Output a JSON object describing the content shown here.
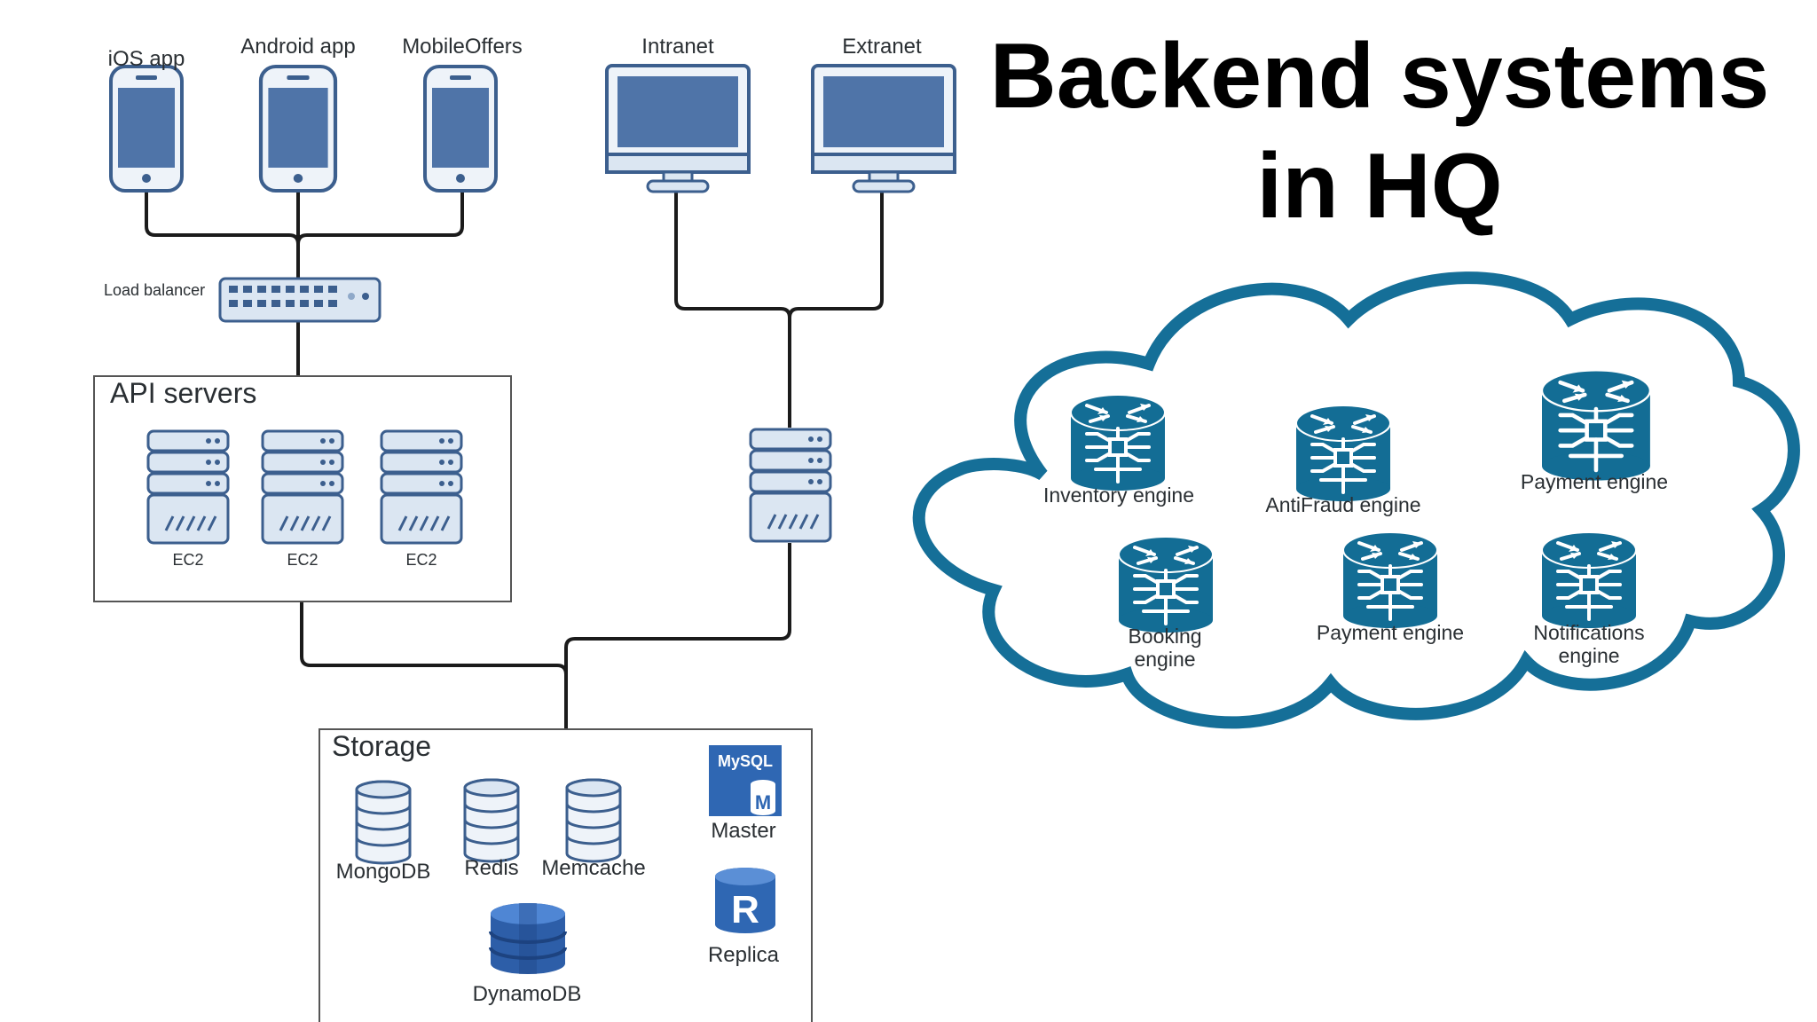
{
  "title": {
    "line1": "Backend systems",
    "line2": "in HQ"
  },
  "clients": {
    "ios": "iOS app",
    "android": "Android app",
    "mobileoffers": "MobileOffers",
    "intranet": "Intranet",
    "extranet": "Extranet"
  },
  "load_balancer": {
    "label": "Load balancer"
  },
  "api_servers": {
    "title": "API servers",
    "servers": [
      "EC2",
      "EC2",
      "EC2"
    ]
  },
  "storage": {
    "title": "Storage",
    "mongodb": "MongoDB",
    "redis": "Redis",
    "memcache": "Memcache",
    "dynamodb": "DynamoDB",
    "mysql_badge": "MySQL",
    "mysql_letter": "M",
    "master": "Master",
    "replica_letter": "R",
    "replica": "Replica"
  },
  "cloud": {
    "engines": {
      "inventory": "Inventory engine",
      "antifraud": "AntiFraud engine",
      "payment_top": "Payment engine",
      "booking_1": "Booking",
      "booking_2": "engine",
      "payment_bottom": "Payment engine",
      "notifications_1": "Notifications",
      "notifications_2": "engine"
    }
  },
  "colors": {
    "device_blue": "#4f74a8",
    "device_outline": "#3c5f8e",
    "device_light": "#dbe6f2",
    "wire": "#1b1b1b",
    "engine_blue": "#136d95",
    "cloud_outline": "#156f98"
  }
}
